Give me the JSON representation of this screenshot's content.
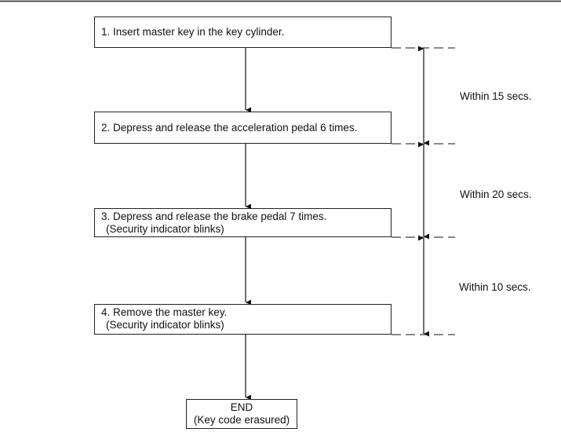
{
  "steps": [
    {
      "lines": [
        "1.  Insert master key in the key cylinder."
      ]
    },
    {
      "lines": [
        "2.  Depress and release the acceleration pedal 6 times."
      ]
    },
    {
      "lines": [
        "3.  Depress and release the brake pedal 7 times.",
        "(Security indicator blinks)"
      ]
    },
    {
      "lines": [
        "4.  Remove the master key.",
        "(Security indicator blinks)"
      ]
    }
  ],
  "end": {
    "title": "END",
    "note": "(Key code erasured)"
  },
  "timings": [
    "Within 15 secs.",
    "Within 20 secs.",
    "Within 10 secs."
  ]
}
